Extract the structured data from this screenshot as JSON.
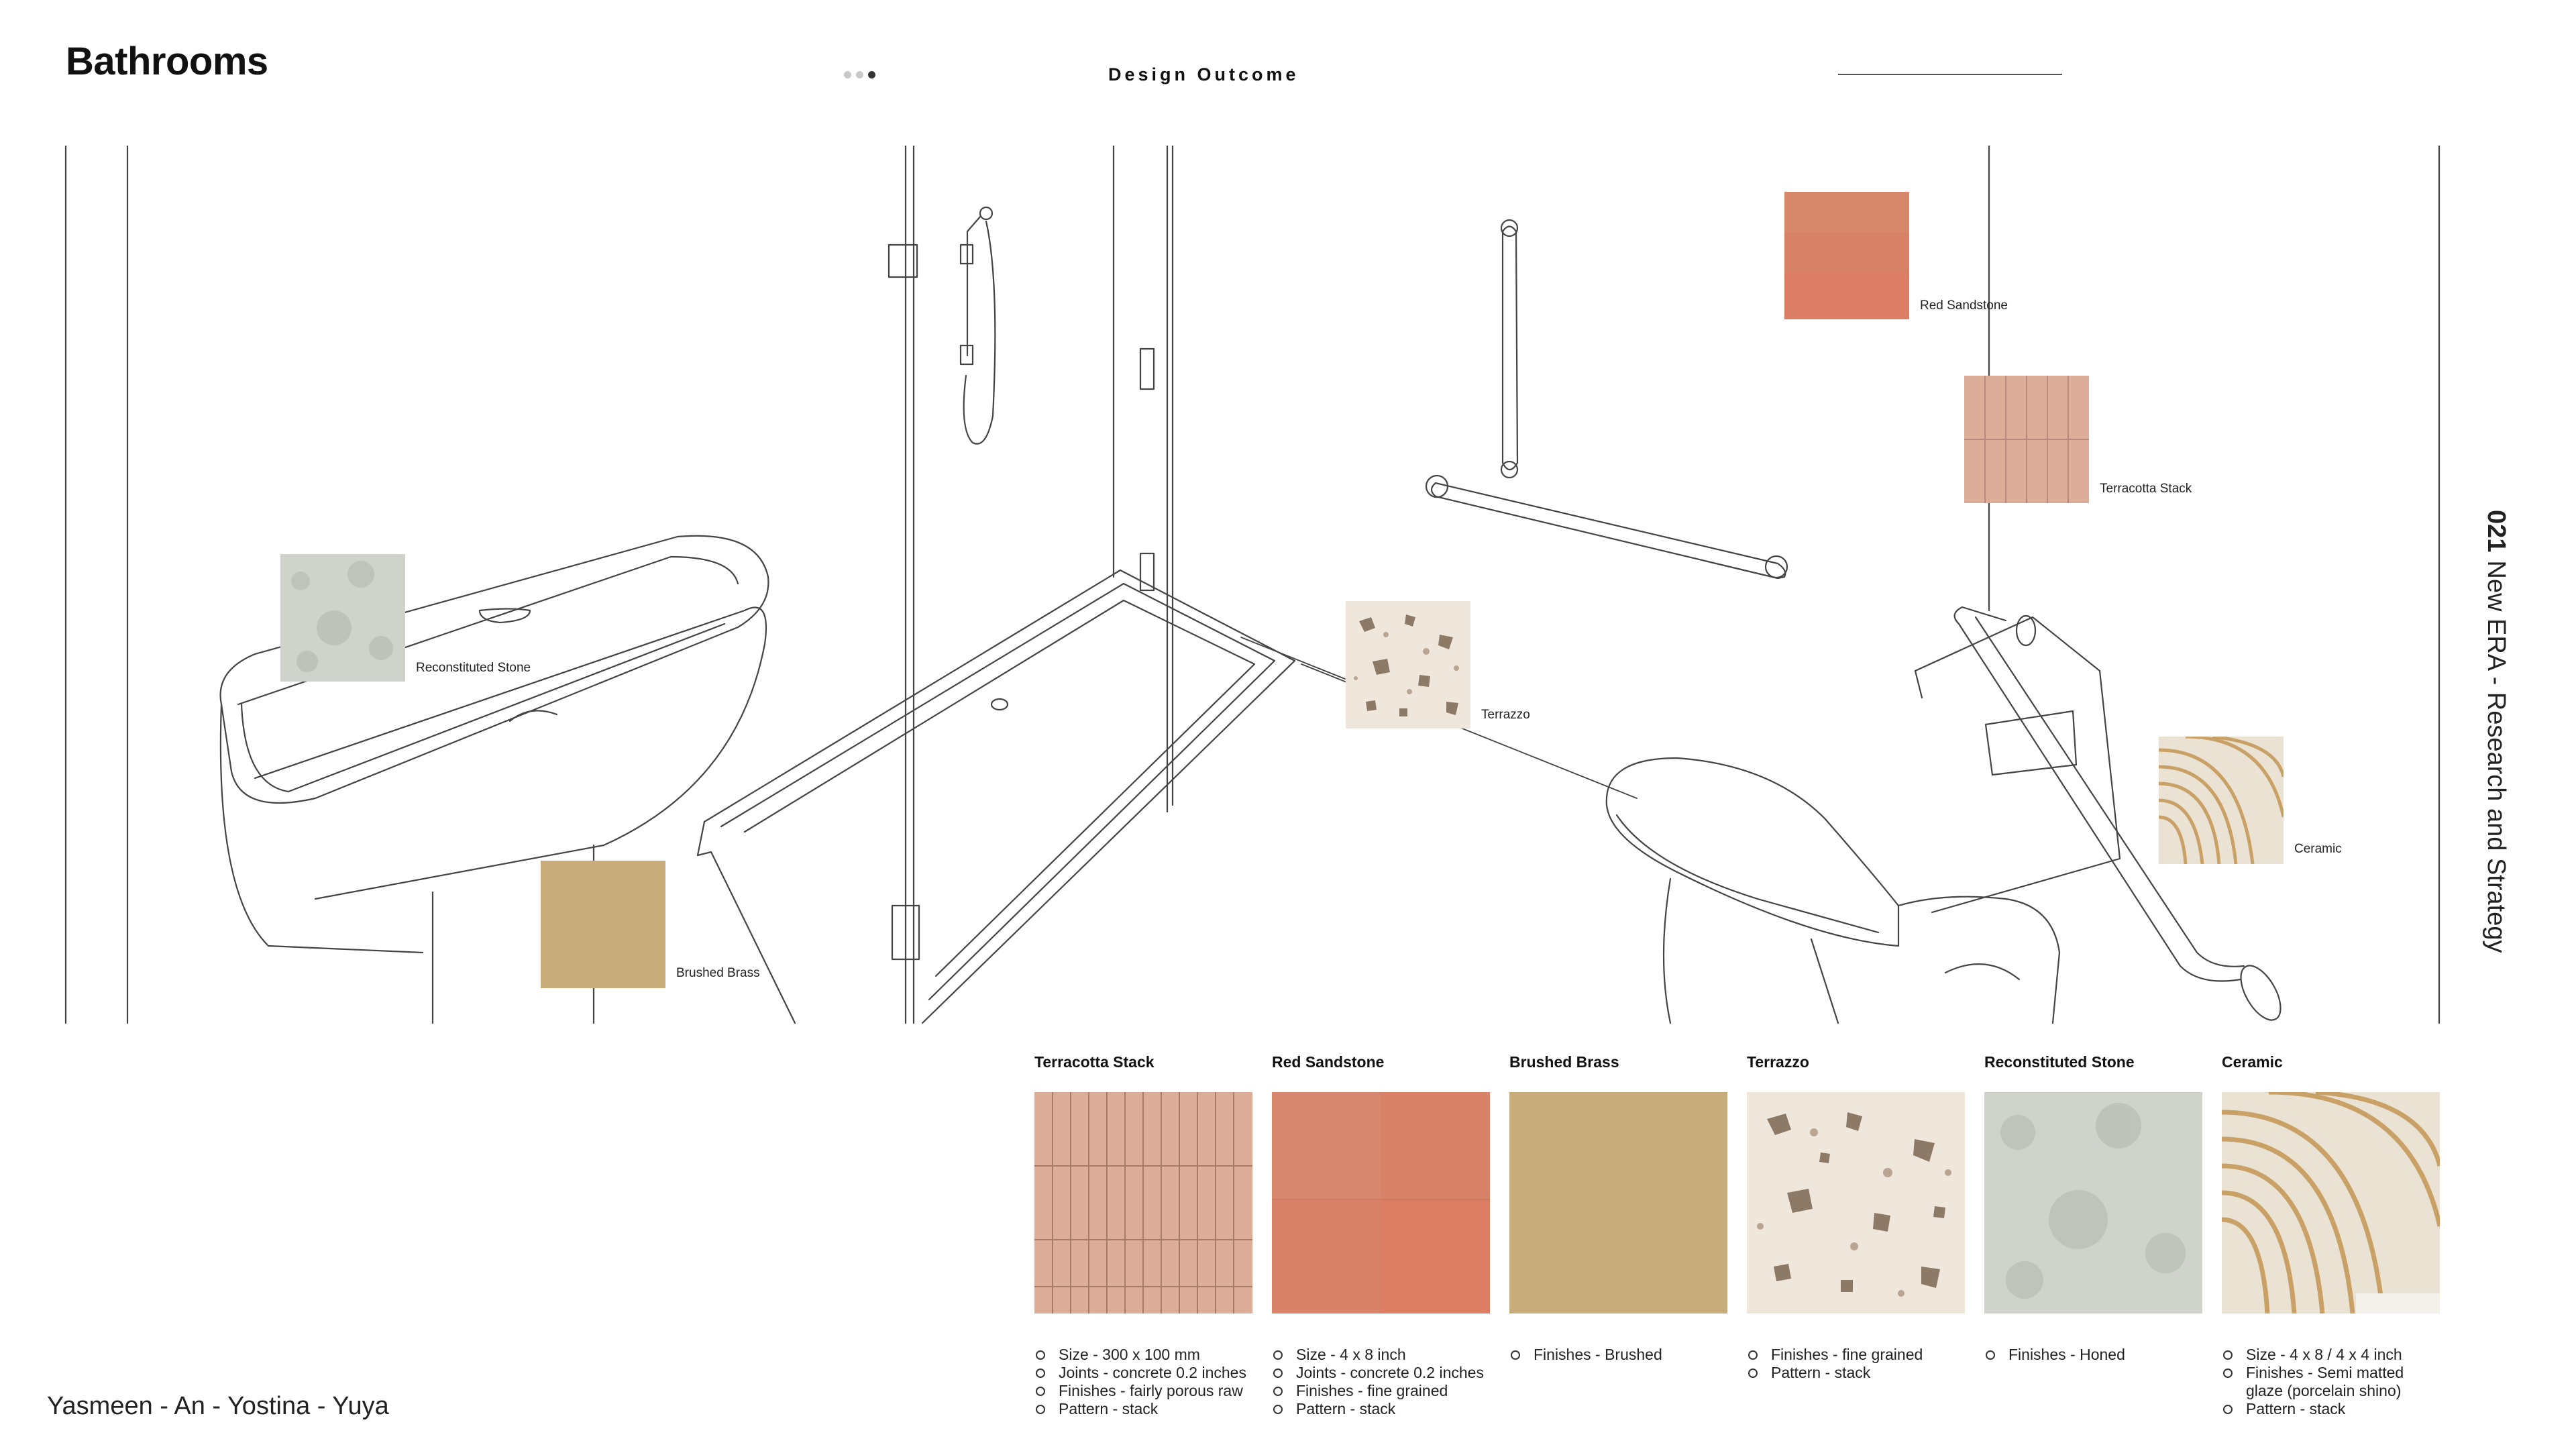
{
  "page": {
    "title": "Bathrooms",
    "section": "Design Outcome",
    "side_number": "021",
    "side_title": "New ERA - Research and Strategy",
    "authors": "Yasmeen - An - Yostina - Yuya"
  },
  "drawing_labels": {
    "reconstituted_stone": "Reconstituted Stone",
    "brushed_brass": "Brushed Brass",
    "terrazzo": "Terrazzo",
    "red_sandstone": "Red Sandstone",
    "terracotta_stack": "Terracotta Stack",
    "ceramic": "Ceramic"
  },
  "materials": [
    {
      "name": "Terracotta Stack",
      "specs": [
        "Size - 300 x 100 mm",
        "Joints - concrete 0.2 inches",
        "Finishes - fairly porous raw",
        "Pattern - stack"
      ]
    },
    {
      "name": "Red Sandstone",
      "specs": [
        "Size - 4 x 8 inch",
        "Joints - concrete 0.2 inches",
        "Finishes - fine grained",
        "Pattern - stack"
      ]
    },
    {
      "name": "Brushed Brass",
      "specs": [
        "Finishes - Brushed"
      ]
    },
    {
      "name": "Terrazzo",
      "specs": [
        "Finishes - fine grained",
        "Pattern - stack"
      ]
    },
    {
      "name": "Reconstituted Stone",
      "specs": [
        "Finishes - Honed"
      ]
    },
    {
      "name": "Ceramic",
      "specs": [
        "Size - 4 x 8 / 4 x 4 inch",
        "Finishes - Semi matted glaze (porcelain shino)",
        "Pattern - stack"
      ]
    }
  ],
  "colors": {
    "terracotta": "#dcae9a",
    "red_sandstone": "#d9826a",
    "brushed_brass": "#c8ad7a",
    "terrazzo_base": "#efe6dc",
    "reconstituted_stone": "#cfd3cb",
    "ceramic_base": "#eae3d3",
    "ceramic_stripe": "#c9a066"
  }
}
